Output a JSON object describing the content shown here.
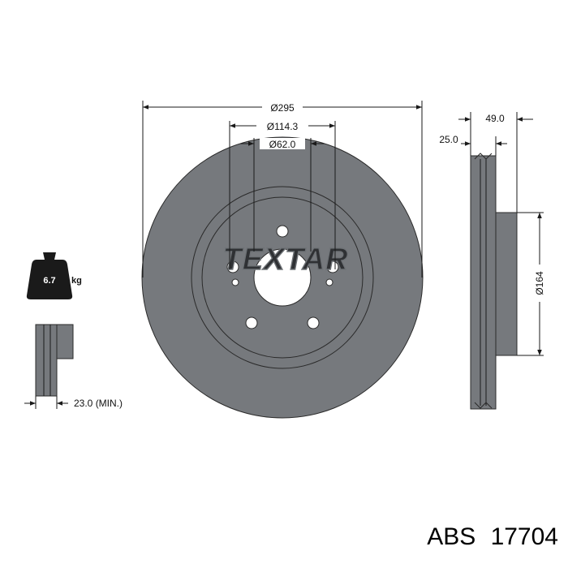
{
  "dimensions": {
    "outer_diameter": "Ø295",
    "bolt_circle": "Ø114.3",
    "center_bore": "Ø62.0",
    "total_height": "49.0",
    "thickness": "25.0",
    "hat_diameter": "Ø164",
    "min_thickness": "23.0 (MIN.)"
  },
  "weight": {
    "value": "6.7",
    "unit": "kg"
  },
  "brand_logo": "TEXTAR",
  "caption": {
    "brand": "ABS",
    "part_number": "17704"
  },
  "colors": {
    "disc_fill": "#76797d",
    "line": "#1a1a1a",
    "logo_fill": "#2f3134"
  }
}
